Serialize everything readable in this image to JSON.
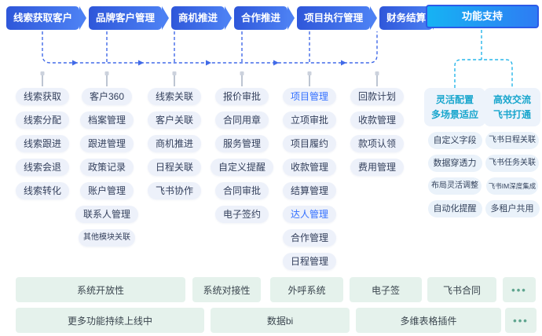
{
  "flow_steps": [
    "线索获取客户",
    "品牌客户管理",
    "商机推进",
    "合作推进",
    "项目执行管理",
    "财务结算"
  ],
  "support": {
    "title": "功能支持",
    "groups": [
      {
        "header_lines": [
          "灵活配置",
          "多场景适应"
        ],
        "items": [
          "自定义字段",
          "数据穿透力",
          "布局灵活调整",
          "自动化提醒"
        ]
      },
      {
        "header_lines": [
          "高效交流",
          "飞书打通"
        ],
        "items": [
          "飞书日程关联",
          "飞书任务关联",
          "飞书IM深度集成",
          "多租户共用"
        ]
      }
    ]
  },
  "columns": [
    {
      "items": [
        "线索获取",
        "线索分配",
        "线索跟进",
        "线索会退",
        "线索转化"
      ]
    },
    {
      "items": [
        "客户360",
        "档案管理",
        "跟进管理",
        "政策记录",
        "账户管理",
        "联系人管理",
        "其他模块关联"
      ]
    },
    {
      "items": [
        "线索关联",
        "客户关联",
        "商机推进",
        "日程关联",
        "飞书协作"
      ]
    },
    {
      "items": [
        "报价审批",
        "合同用章",
        "服务管理",
        "自定义提醒",
        "合同审批",
        "电子签约"
      ]
    },
    {
      "items": [
        "项目管理",
        "立项审批",
        "项目履约",
        "收款管理",
        "结算管理",
        "达人管理",
        "合作管理",
        "日程管理"
      ]
    },
    {
      "items": [
        "回款计划",
        "收款管理",
        "款项认领",
        "费用管理"
      ]
    }
  ],
  "highlighted_items": [
    "项目管理",
    "达人管理"
  ],
  "bottom_rows": [
    [
      "系统开放性",
      "系统对接性",
      "外呼系统",
      "电子签",
      "飞书合同",
      "•••"
    ],
    [
      "更多功能持续上线中",
      "数据bi",
      "多维表格插件",
      "•••"
    ]
  ],
  "colors": {
    "flow_gradient_start": "#2e56d9",
    "flow_gradient_end": "#4c80f3",
    "support_border": "#2c5be8",
    "support_gradient_start": "#16b3f3",
    "support_gradient_end": "#2e7cf3",
    "pill_bg": "#edf1fa",
    "pill_text": "#34405c",
    "highlight_text": "#3370ff",
    "support_header_text": "#19a6cd",
    "bottom_bg": "#e5f2ec",
    "bottom_dots": "#5fa58f",
    "connector_blue": "#416ae8",
    "connector_cyan": "#25b5ea",
    "pin_gray": "#bdc5d2"
  }
}
